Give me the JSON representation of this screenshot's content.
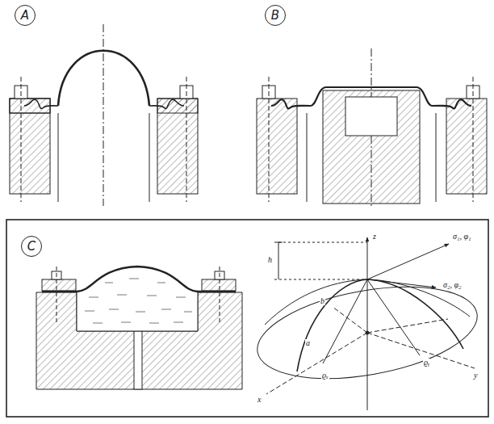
{
  "diagram": {
    "nodes": [
      {
        "text": [
          "A"
        ]
      },
      {
        "text": [
          "B"
        ]
      },
      {
        "text": [
          "C"
        ]
      }
    ],
    "labels": [
      "h",
      "z",
      "σ₁, φ₁",
      "σ₂, φ₂",
      "b",
      "a",
      "x",
      "y",
      "ϱₓ",
      "ϱᵧ"
    ]
  }
}
